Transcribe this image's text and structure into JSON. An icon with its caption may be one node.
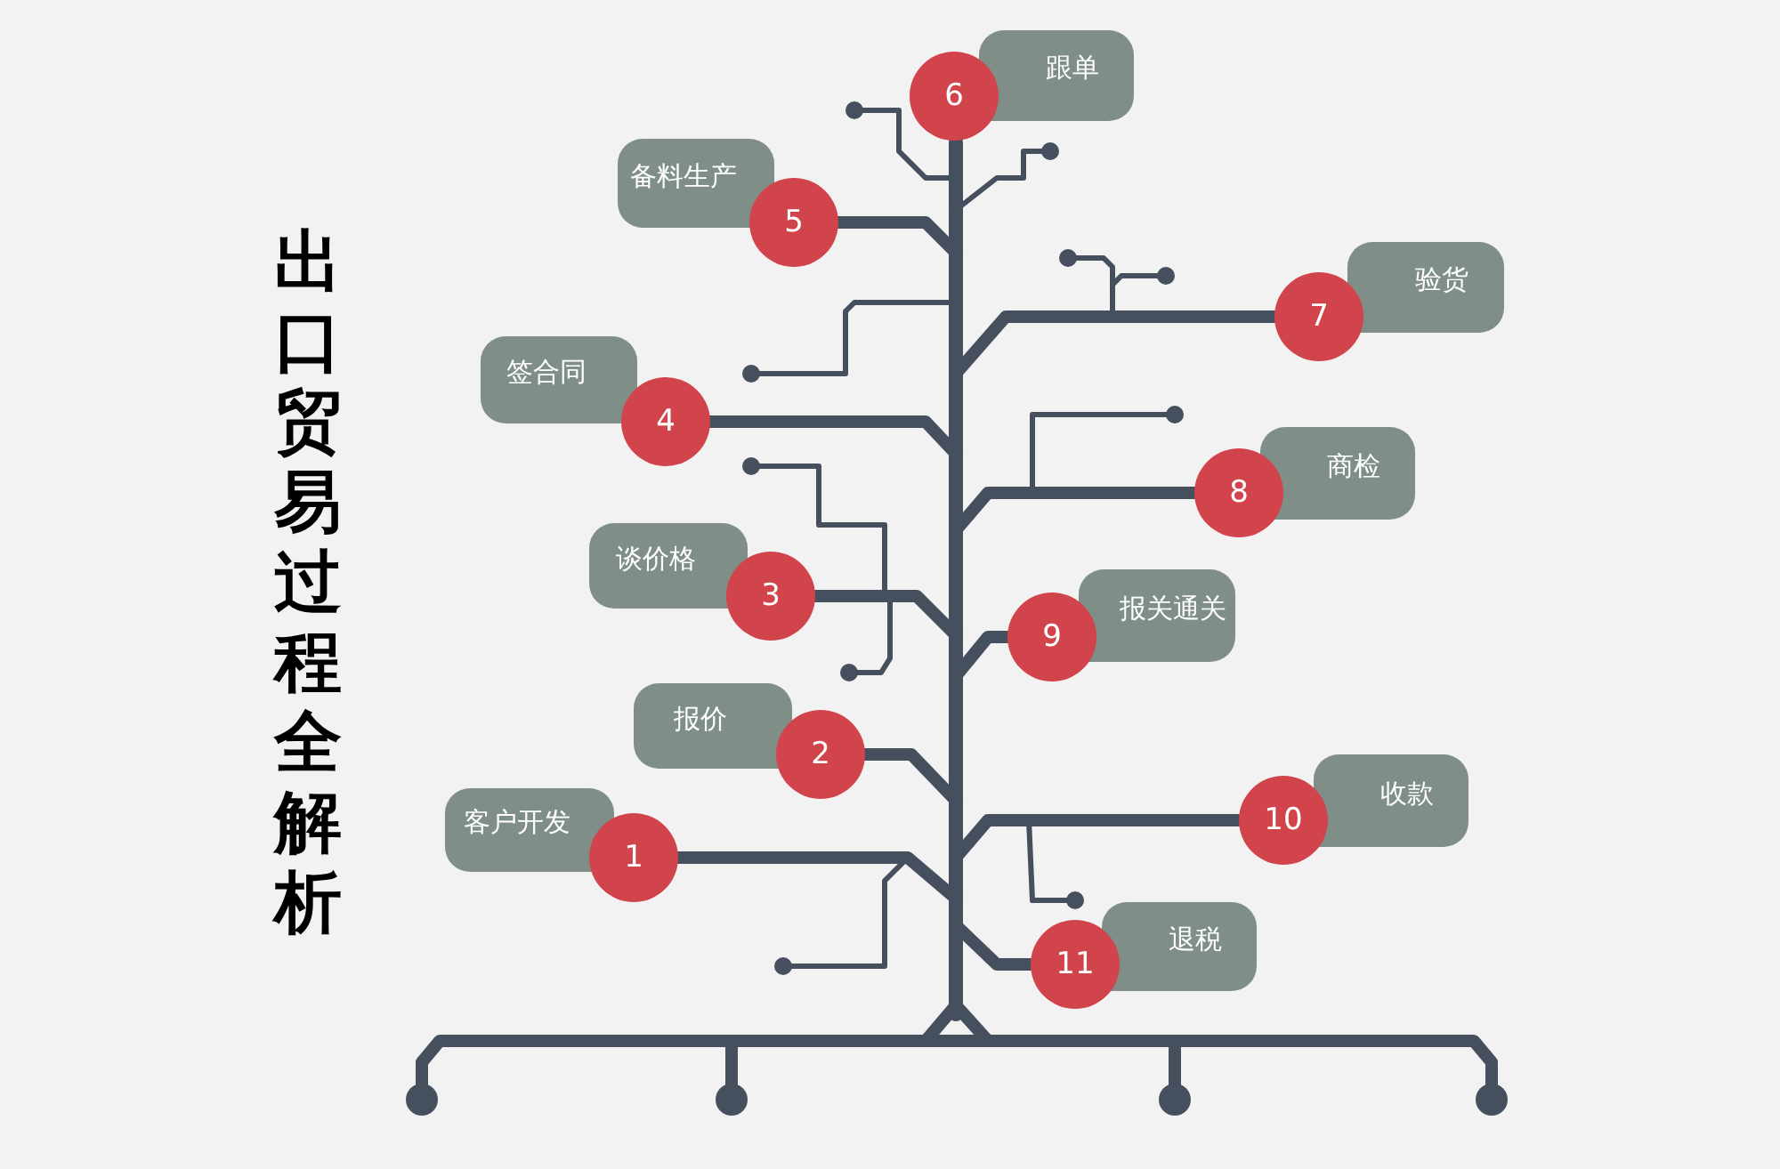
{
  "diagram": {
    "title": "出口贸易过程全解析",
    "nodes": [
      {
        "text": [
          "客户开发"
        ]
      },
      {
        "text": [
          "1"
        ]
      },
      {
        "text": [
          "报价"
        ]
      },
      {
        "text": [
          "2"
        ]
      },
      {
        "text": [
          "谈价格"
        ]
      },
      {
        "text": [
          "3"
        ]
      },
      {
        "text": [
          "签合同"
        ]
      },
      {
        "text": [
          "4"
        ]
      },
      {
        "text": [
          "备料生产"
        ]
      },
      {
        "text": [
          "5"
        ]
      },
      {
        "text": [
          "跟单"
        ]
      },
      {
        "text": [
          "6"
        ]
      },
      {
        "text": [
          "验货"
        ]
      },
      {
        "text": [
          "7"
        ]
      },
      {
        "text": [
          "商检"
        ]
      },
      {
        "text": [
          "8"
        ]
      },
      {
        "text": [
          "报关通关"
        ]
      },
      {
        "text": [
          "9"
        ]
      },
      {
        "text": [
          "收款"
        ]
      },
      {
        "text": [
          "10"
        ]
      },
      {
        "text": [
          "退税"
        ]
      },
      {
        "text": [
          "11"
        ]
      }
    ],
    "edges": []
  }
}
